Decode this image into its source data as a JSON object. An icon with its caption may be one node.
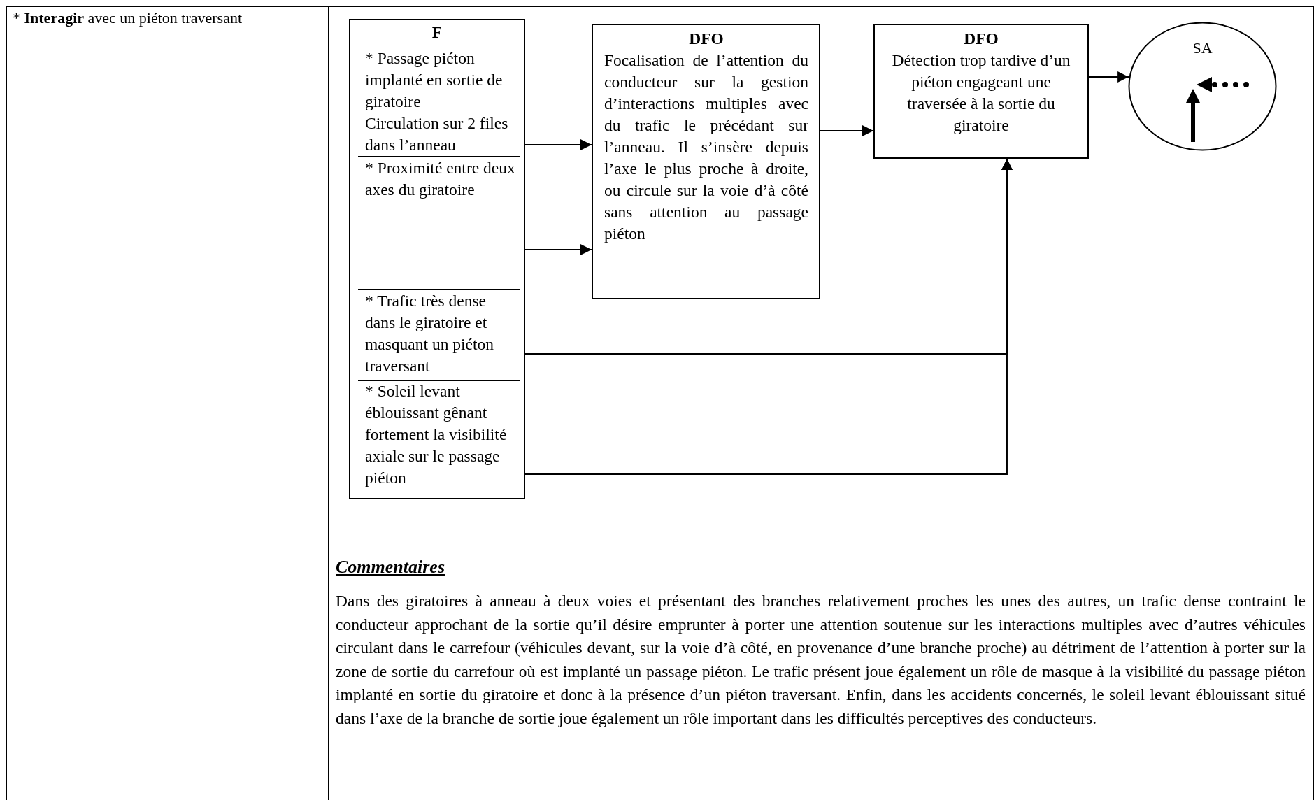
{
  "diagram": {
    "nodes": [
      {
        "text": [
          "F"
        ]
      },
      {
        "text": [
          "* Passage piéton implanté en sortie de giratoire",
          "Circulation sur 2 files dans l’anneau"
        ],
        "in": 0
      },
      {
        "text": [
          "* Proximité entre deux axes du giratoire"
        ],
        "in": 0
      },
      {
        "text": [
          "* Trafic très dense dans le giratoire et masquant un piéton traversant"
        ],
        "in": 0
      },
      {
        "text": [
          "* Soleil levant éblouissant gênant fortement la visibilité axiale sur le passage piéton"
        ],
        "in": 0
      },
      {
        "text": [
          "DFO",
          "Focalisation de l’attention du conducteur sur la gestion d’interactions multiples avec du trafic le précédant sur l’anneau. Il s’insère depuis l’axe le plus proche à droite, ou circule sur la voie d’à côté sans attention au passage piéton"
        ]
      },
      {
        "text": [
          "DFO",
          "Détection trop tardive d’un piéton engageant une traversée à la sortie du giratoire"
        ]
      },
      {
        "text": [
          "SA"
        ]
      }
    ],
    "edges": [
      {
        "from": 1,
        "to": 5,
        "arrow": "to"
      },
      {
        "from": 2,
        "to": 5,
        "arrow": "to"
      },
      {
        "from": 5,
        "to": 6,
        "arrow": "to"
      },
      {
        "from": 6,
        "to": 7,
        "arrow": "to"
      },
      {
        "from": 3,
        "to": 6,
        "arrow": "to"
      },
      {
        "from": 4,
        "to": 6,
        "arrow": "to"
      }
    ],
    "labels": [
      "* **Interagir** avec un piéton traversant",
      "Commentaires",
      "Dans des giratoires à anneau à deux voies et présentant des branches relativement proches les unes des autres, un trafic dense contraint le conducteur approchant de la sortie qu’il désire emprunter à porter une attention soutenue sur les interactions multiples avec d’autres véhicules circulant dans le carrefour (véhicules devant, sur la voie d’à côté, en provenance d’une branche proche) au détriment de l’attention à porter sur la zone de sortie du carrefour où est implanté un passage piéton. Le trafic présent joue également un rôle de masque à la visibilité du passage piéton implanté en sortie du giratoire et donc à la présence d’un piéton traversant. Enfin, dans les accidents concernés, le soleil levant éblouissant situé dans l’axe de la branche de sortie joue également un rôle important dans les difficultés perceptives des conducteurs."
    ]
  }
}
